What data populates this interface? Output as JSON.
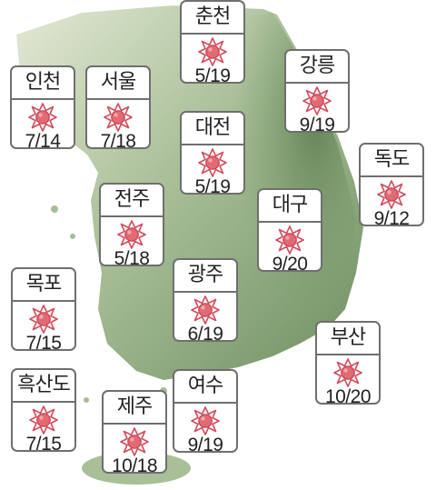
{
  "map": {
    "colors": {
      "land_light": "#dfe6cf",
      "land_green": "#7f9e6e",
      "land_dark": "#58784c",
      "card_border": "#6f6f6f",
      "sun_outer": "#d24c5b",
      "sun_core": "#e26a73"
    },
    "icon": "sun-icon",
    "cities": [
      {
        "name": "춘천",
        "temp": "5/19"
      },
      {
        "name": "인천",
        "temp": "7/14"
      },
      {
        "name": "서울",
        "temp": "7/18"
      },
      {
        "name": "강릉",
        "temp": "9/19"
      },
      {
        "name": "대전",
        "temp": "5/19"
      },
      {
        "name": "독도",
        "temp": "9/12"
      },
      {
        "name": "전주",
        "temp": "5/18"
      },
      {
        "name": "대구",
        "temp": "9/20"
      },
      {
        "name": "목포",
        "temp": "7/15"
      },
      {
        "name": "광주",
        "temp": "6/19"
      },
      {
        "name": "부산",
        "temp": "10/20"
      },
      {
        "name": "흑산도",
        "temp": "7/15"
      },
      {
        "name": "제주",
        "temp": "10/18"
      },
      {
        "name": "여수",
        "temp": "9/19"
      }
    ]
  }
}
